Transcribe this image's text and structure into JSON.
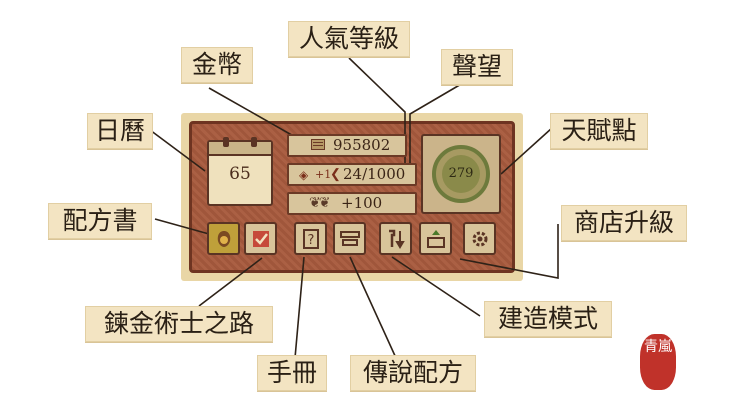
{
  "labels": {
    "popularity_level": "人氣等級",
    "gold": "金幣",
    "reputation": "聲望",
    "calendar": "日曆",
    "talent_points": "天賦點",
    "recipe_book": "配方書",
    "shop_upgrade": "商店升級",
    "alchemist_path": "鍊金術士之路",
    "build_mode": "建造模式",
    "handbook": "手冊",
    "legendary_recipe": "傳說配方"
  },
  "hud": {
    "day": "65",
    "gold": "955802",
    "popularity_level_bonus": "+1",
    "popularity_progress": "24/1000",
    "reputation": "+100",
    "talent_points": "279"
  },
  "icons": [
    "calendar-icon",
    "coins-icon",
    "popularity-icon",
    "laurel-icon",
    "talent-medal-icon",
    "recipe-book-icon",
    "alchemist-path-icon",
    "handbook-icon",
    "legendary-recipe-icon",
    "build-mode-icon",
    "shop-upgrade-icon",
    "settings-icon"
  ],
  "watermark": {
    "text": "青嵐"
  },
  "colors": {
    "callout_bg": "#f3e4c2",
    "panel_bg": "#a85b3e",
    "leader_line": "#2e2218",
    "seal": "#c0322a"
  }
}
